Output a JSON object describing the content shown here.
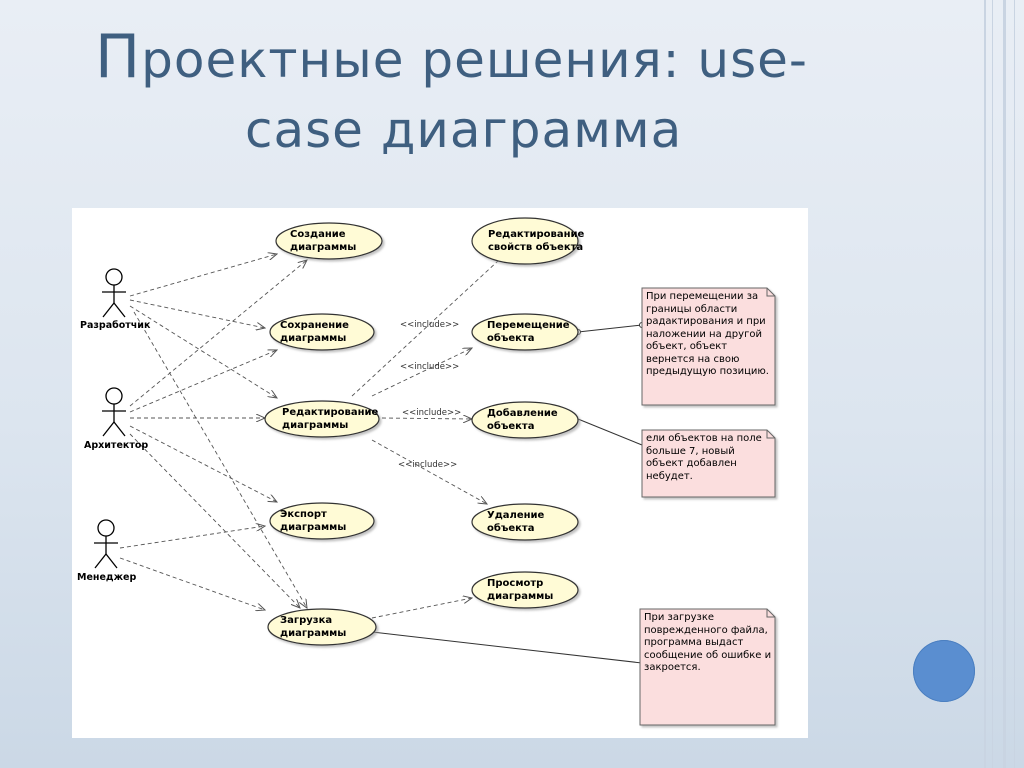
{
  "slide": {
    "title_line1_cap": "П",
    "title_line1": "роектные решения: use-",
    "title_line2": "case диаграмма"
  },
  "actors": [
    {
      "label": "Разработчик"
    },
    {
      "label": "Архитектор"
    },
    {
      "label": "Менеджер"
    }
  ],
  "use_cases": {
    "create": "Создание\nдиаграммы",
    "save": "Сохранение\nдиаграммы",
    "edit": "Редактирование\nдиаграммы",
    "export": "Экспорт\nдиаграммы",
    "load": "Загрузка\nдиаграммы",
    "edit_props": "Редактирование\nсвойств объекта",
    "move": "Перемещение\nобъекта",
    "add": "Добавление\nобъекта",
    "delete": "Удаление\nобъекта",
    "view": "Просмотр\nдиаграммы"
  },
  "include_label": "<<include>>",
  "notes": [
    {
      "text": "При перемещении за\nграницы области\nрадактирования и при\nналожении на другой\nобъект, объект\nвернется на свою\nпредыдущую позицию."
    },
    {
      "text": "ели объектов на поле\nбольше 7, новый\nобъект добавлен\nнебудет."
    },
    {
      "text": "При загрузке\nповрежденного файла,\nпрограмма выдаст\nсообщение об ошибке и\nзакроется."
    }
  ],
  "colors": {
    "title": "#3f5f80",
    "usecase_fill": "#fffbd6",
    "note_fill": "#fbdede",
    "accent_circle": "#5a8ed0"
  }
}
